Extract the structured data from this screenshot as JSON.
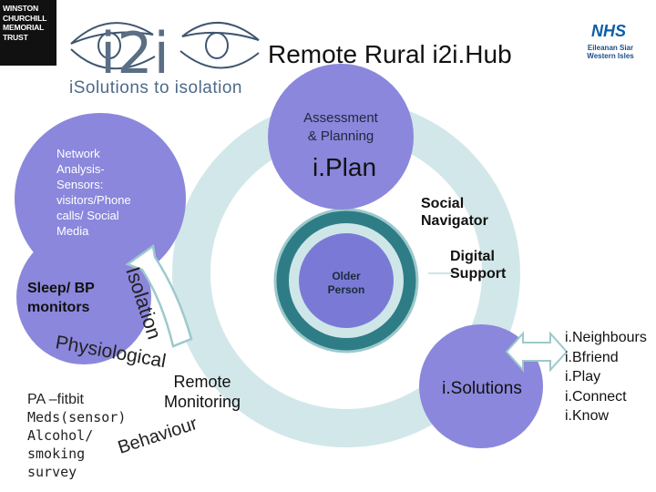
{
  "header": {
    "logo_text": [
      "WINSTON",
      "CHURCHILL",
      "MEMORIAL",
      "TRUST"
    ],
    "brand_name": "i2i",
    "tagline": "iSolutions to isolation",
    "title": "Remote Rural i2i.Hub",
    "nhs_logo": "NHS",
    "nhs_sub": [
      "Eileanan Siar",
      "Western Isles"
    ]
  },
  "diagram": {
    "assessment": "Assessment\n& Planning",
    "iplan": "i.Plan",
    "network": "Network\nAnalysis-\nSensors:\nvisitors/Phone\ncalls/ Social\nMedia",
    "social_navigator": "Social\nNavigator",
    "digital_support": "Digital\nSupport",
    "older_person": "Older\nPerson",
    "sleep": "Sleep/ BP\nmonitors",
    "isolation_curve": "Isolation",
    "physiological_curve": "Physiological",
    "remote_monitoring": "Remote\nMonitoring",
    "behaviour_curve": "Behaviour",
    "pa_fitbit": "PA –fitbit",
    "meds": "Meds(sensor)\nAlcohol/\nsmoking\nsurvey",
    "isolutions": "i.Solutions",
    "services": "i.Neighbours\ni.Bfriend\ni.Play\ni.Connect\ni.Know"
  },
  "colors": {
    "lavender": "#8b87dc",
    "teal_ring": "#2e7d86",
    "pale_teal": "#cfe6e8",
    "hub_fill": "#7a7ad6"
  }
}
